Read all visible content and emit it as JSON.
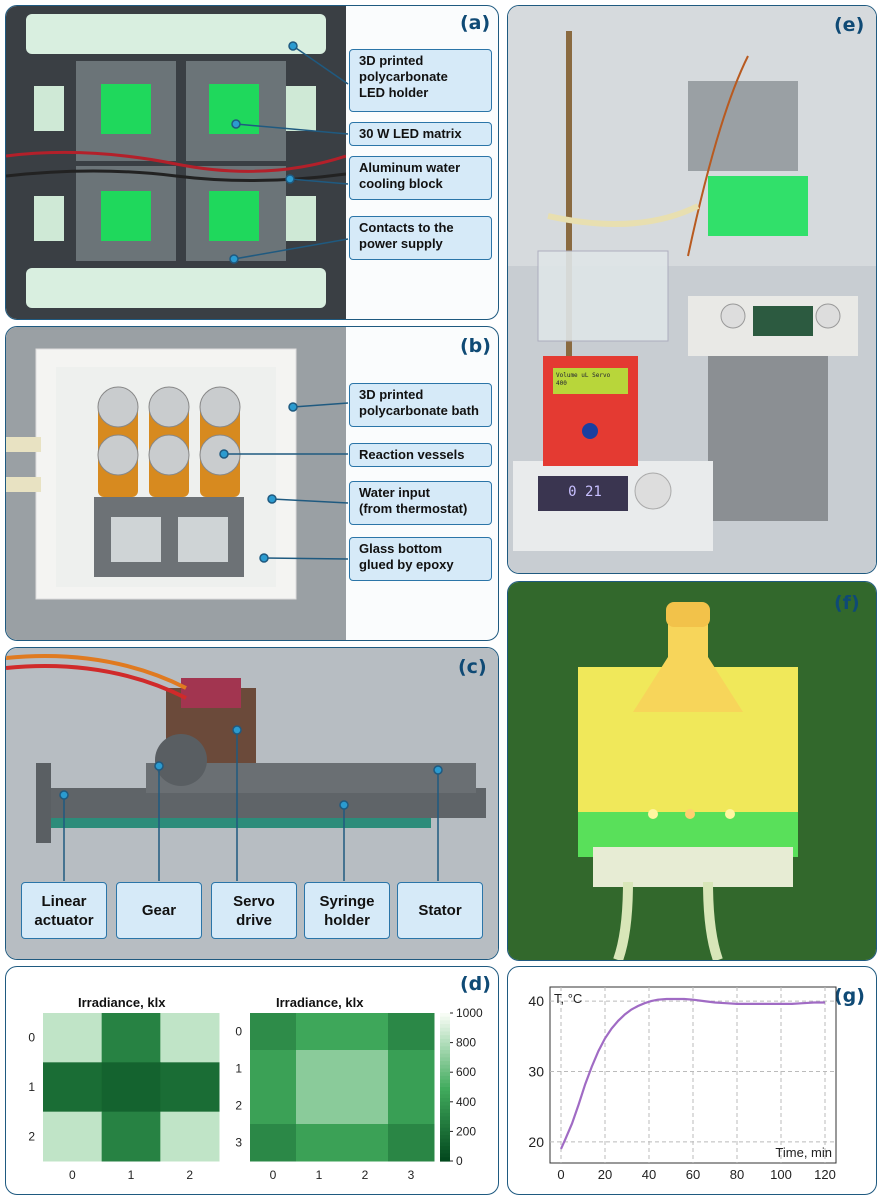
{
  "panels": {
    "a": {
      "label": "(a)",
      "callouts": [
        "3D printed\npolycarbonate\nLED holder",
        "30 W LED matrix",
        "Aluminum water\ncooling block",
        "Contacts to the\npower supply"
      ]
    },
    "b": {
      "label": "(b)",
      "callouts": [
        "3D printed\npolycarbonate bath",
        "Reaction vessels",
        "Water input\n(from thermostat)",
        "Glass bottom\nglued by epoxy"
      ]
    },
    "c": {
      "label": "(c)",
      "callouts": [
        "Linear\nactuator",
        "Gear",
        "Servo\ndrive",
        "Syringe\nholder",
        "Stator"
      ]
    },
    "d": {
      "label": "(d)"
    },
    "e": {
      "label": "(e)",
      "lcd_text": "Volume uL Servo\n400",
      "display_text": "0 21"
    },
    "f": {
      "label": "(f)"
    },
    "g": {
      "label": "(g)"
    }
  },
  "chart_data": [
    {
      "type": "heatmap",
      "title": "Irradiance, klx",
      "x_ticks": [
        "0",
        "1",
        "2"
      ],
      "y_ticks": [
        "0",
        "1",
        "2"
      ],
      "values": [
        [
          850,
          300,
          850
        ],
        [
          200,
          150,
          200
        ],
        [
          850,
          300,
          850
        ]
      ],
      "color_scale": {
        "min": 0,
        "max": 1000,
        "low_color": "#00441b",
        "high_color": "#f7fcf5"
      }
    },
    {
      "type": "heatmap",
      "title": "Irradiance, klx",
      "x_ticks": [
        "0",
        "1",
        "2",
        "3"
      ],
      "y_ticks": [
        "0",
        "1",
        "2",
        "3"
      ],
      "values": [
        [
          350,
          480,
          480,
          330
        ],
        [
          450,
          700,
          700,
          440
        ],
        [
          450,
          700,
          700,
          440
        ],
        [
          330,
          450,
          450,
          320
        ]
      ],
      "colorbar_ticks": [
        "1000",
        "800",
        "600",
        "400",
        "200",
        "0"
      ],
      "color_scale": {
        "min": 0,
        "max": 1000,
        "low_color": "#00441b",
        "high_color": "#f7fcf5"
      }
    },
    {
      "type": "line",
      "ylabel": "T, °C",
      "xlabel": "Time, min",
      "x_ticks": [
        "0",
        "20",
        "40",
        "60",
        "80",
        "100",
        "120"
      ],
      "y_ticks": [
        "20",
        "30",
        "40"
      ],
      "xlim": [
        -5,
        125
      ],
      "ylim": [
        17,
        42
      ],
      "grid": true,
      "line_color": "#a06bc4",
      "x": [
        0,
        2,
        5,
        8,
        11,
        14,
        17,
        20,
        23,
        26,
        29,
        32,
        35,
        38,
        41,
        44,
        48,
        52,
        56,
        60,
        65,
        70,
        75,
        80,
        85,
        90,
        95,
        100,
        105,
        110,
        115,
        120
      ],
      "y": [
        19.0,
        20.4,
        22.6,
        25.3,
        28.2,
        30.7,
        32.9,
        34.7,
        36.1,
        37.2,
        38.1,
        38.8,
        39.3,
        39.7,
        40.0,
        40.2,
        40.3,
        40.3,
        40.3,
        40.2,
        40.0,
        39.8,
        39.7,
        39.6,
        39.6,
        39.6,
        39.6,
        39.6,
        39.6,
        39.7,
        39.8,
        39.8
      ]
    }
  ]
}
